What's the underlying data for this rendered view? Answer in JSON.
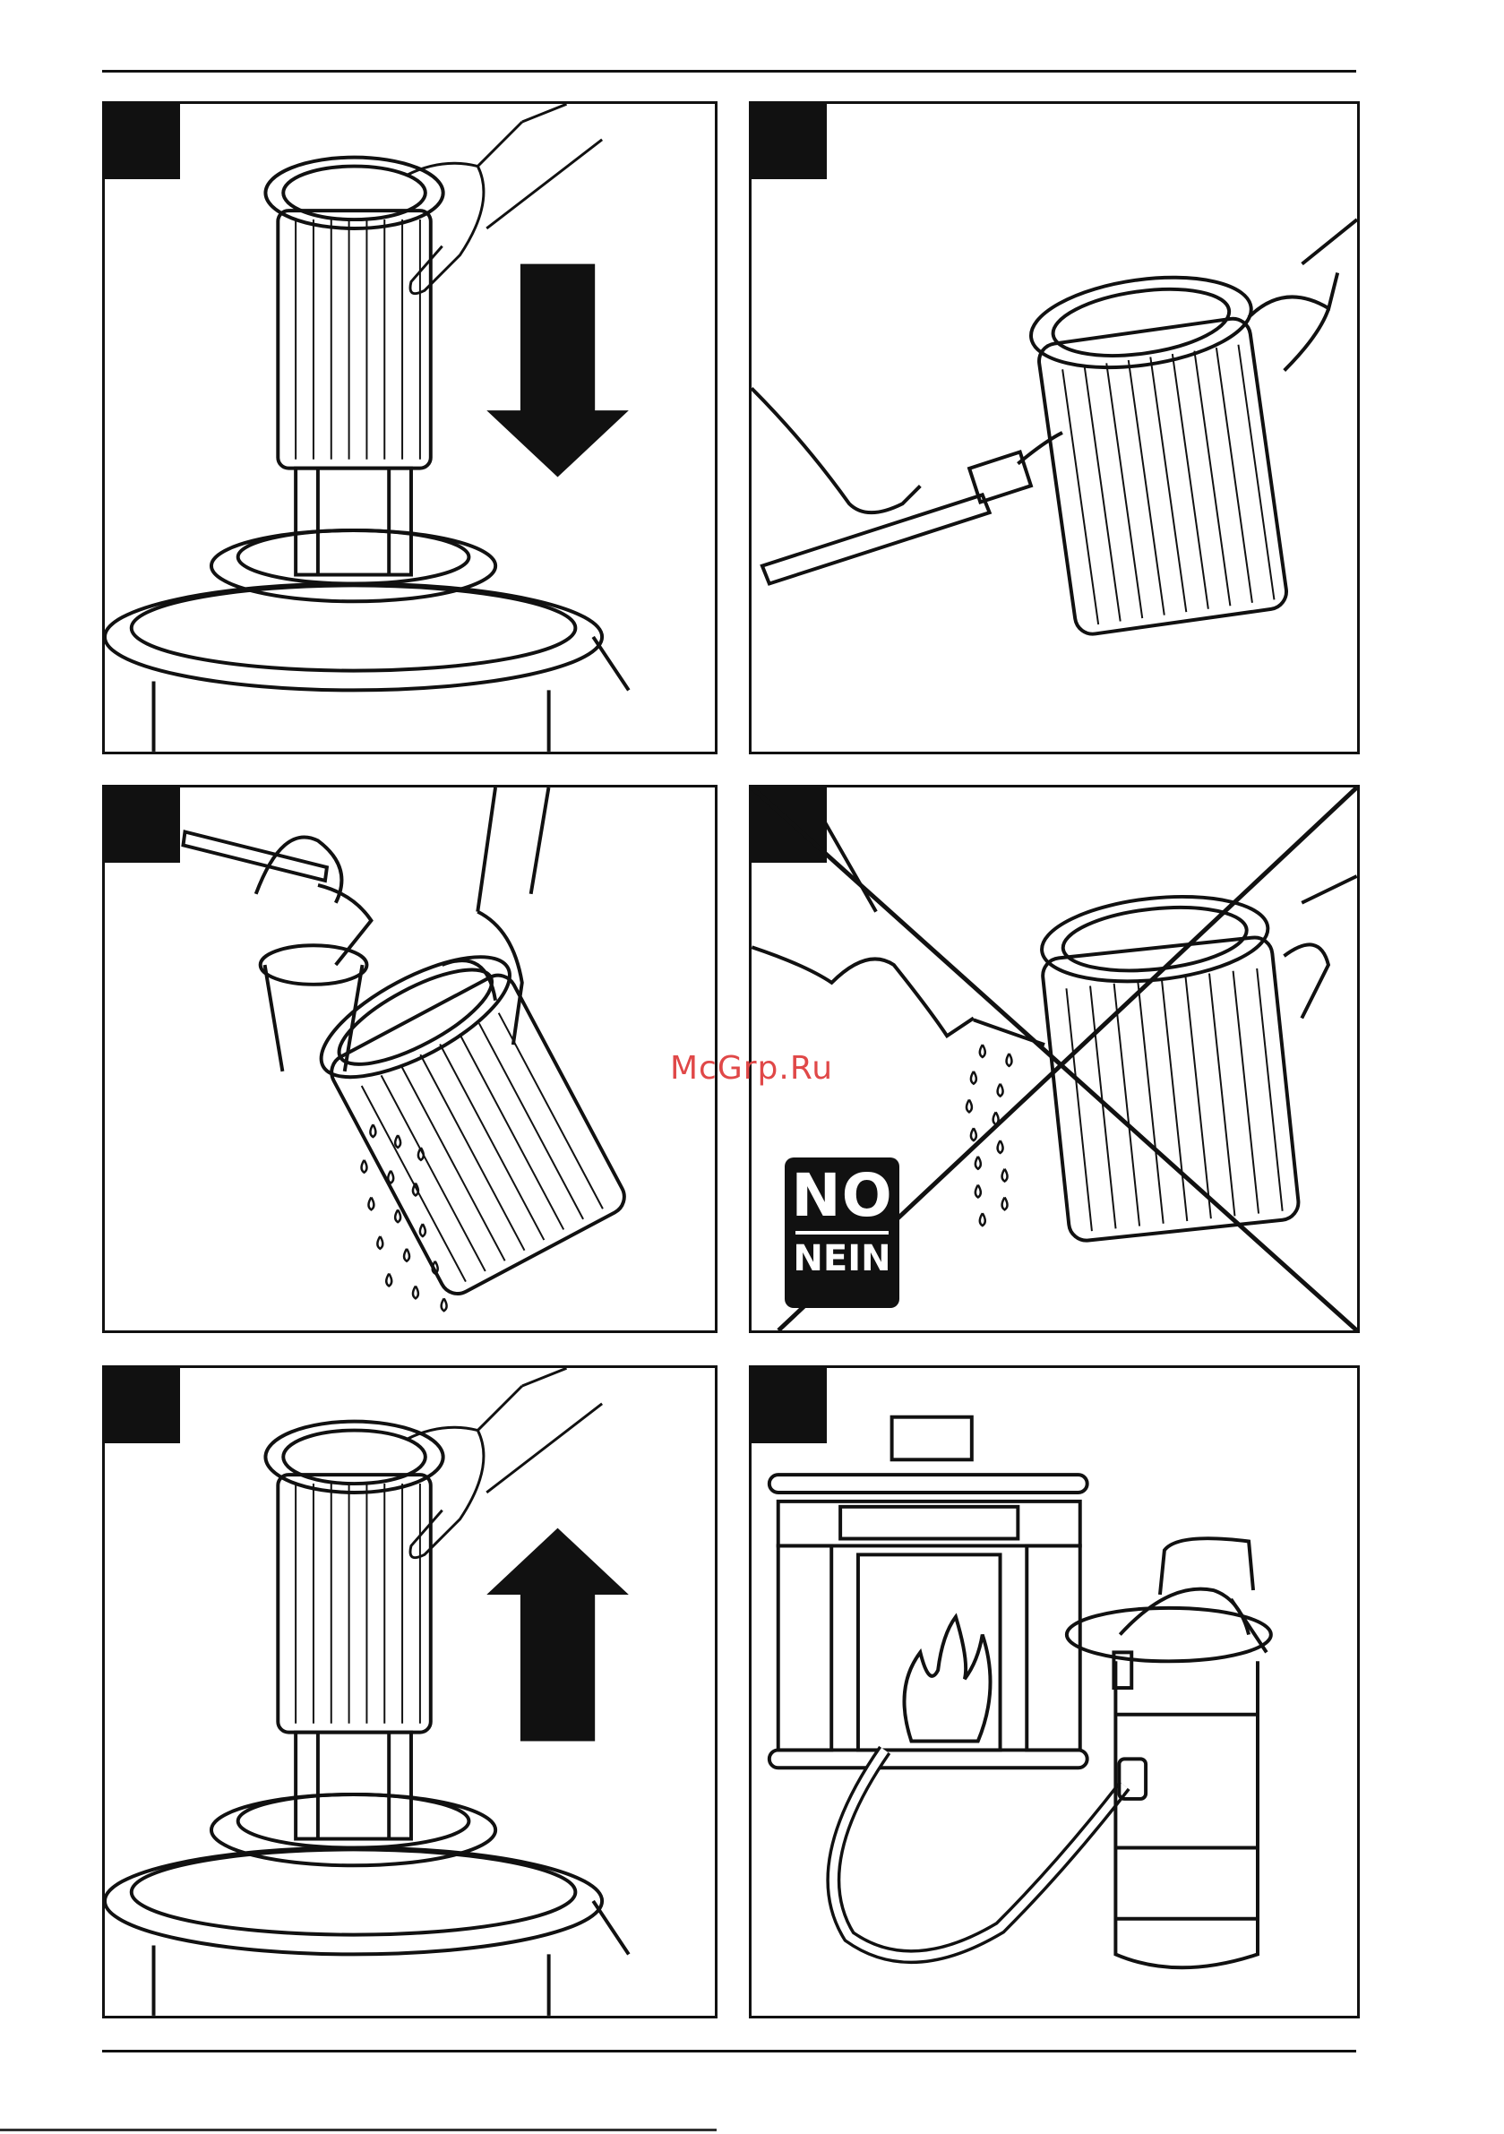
{
  "page": {
    "watermark": "McGrp.Ru"
  },
  "panels": [
    {
      "id": 1,
      "description_icon": "filter-lower-arrow-down"
    },
    {
      "id": 2,
      "description_icon": "filter-brush-clean"
    },
    {
      "id": 3,
      "description_icon": "filter-vacuum-clean"
    },
    {
      "id": 4,
      "description_icon": "filter-wash-prohibited"
    },
    {
      "id": 5,
      "description_icon": "filter-raise-arrow-up"
    },
    {
      "id": 6,
      "description_icon": "ash-vacuum-at-fireplace"
    }
  ],
  "no_badge": {
    "primary": "NO",
    "secondary": "NEIN"
  },
  "colors": {
    "ink": "#111111",
    "paper": "#ffffff",
    "watermark": "#e04848"
  }
}
